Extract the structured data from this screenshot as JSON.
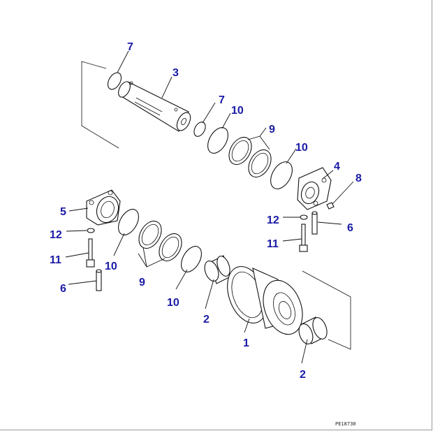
{
  "diagram": {
    "labels": {
      "l7a": "7",
      "l3": "3",
      "l7b": "7",
      "l10a": "10",
      "l9a": "9",
      "l10b": "10",
      "l4": "4",
      "l8": "8",
      "l5": "5",
      "l12a": "12",
      "l12b": "12",
      "l6a": "6",
      "l11a": "11",
      "l11b": "11",
      "l10c": "10",
      "l6b": "6",
      "l9b": "9",
      "l10d": "10",
      "l2a": "2",
      "l1": "1",
      "l2b": "2"
    },
    "drawing_code": "PE18730",
    "colors": {
      "callout": "#1a1aa6",
      "line": "#111111"
    }
  }
}
